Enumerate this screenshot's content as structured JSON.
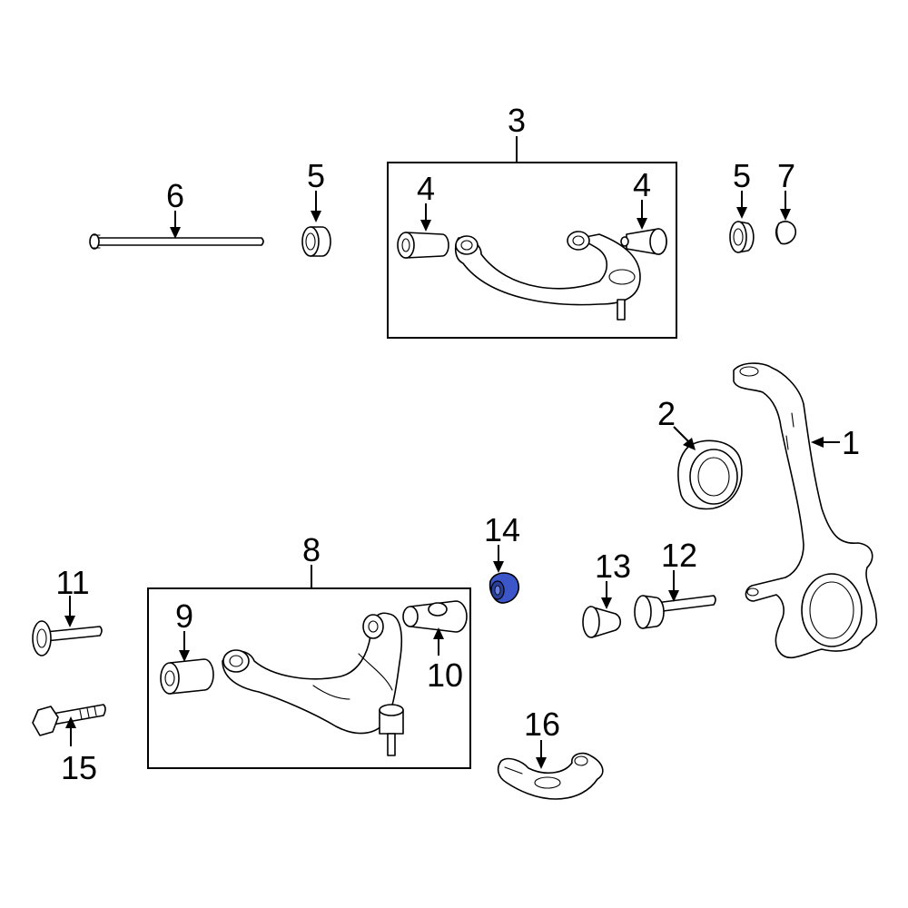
{
  "callouts": {
    "c1": "1",
    "c2": "2",
    "c3": "3",
    "c4a": "4",
    "c4b": "4",
    "c5a": "5",
    "c5b": "5",
    "c6": "6",
    "c7": "7",
    "c8": "8",
    "c9": "9",
    "c10": "10",
    "c11": "11",
    "c12": "12",
    "c13": "13",
    "c14": "14",
    "c15": "15",
    "c16": "16"
  },
  "colors": {
    "highlight": "#3a56c8",
    "line": "#000000",
    "background": "#ffffff"
  }
}
